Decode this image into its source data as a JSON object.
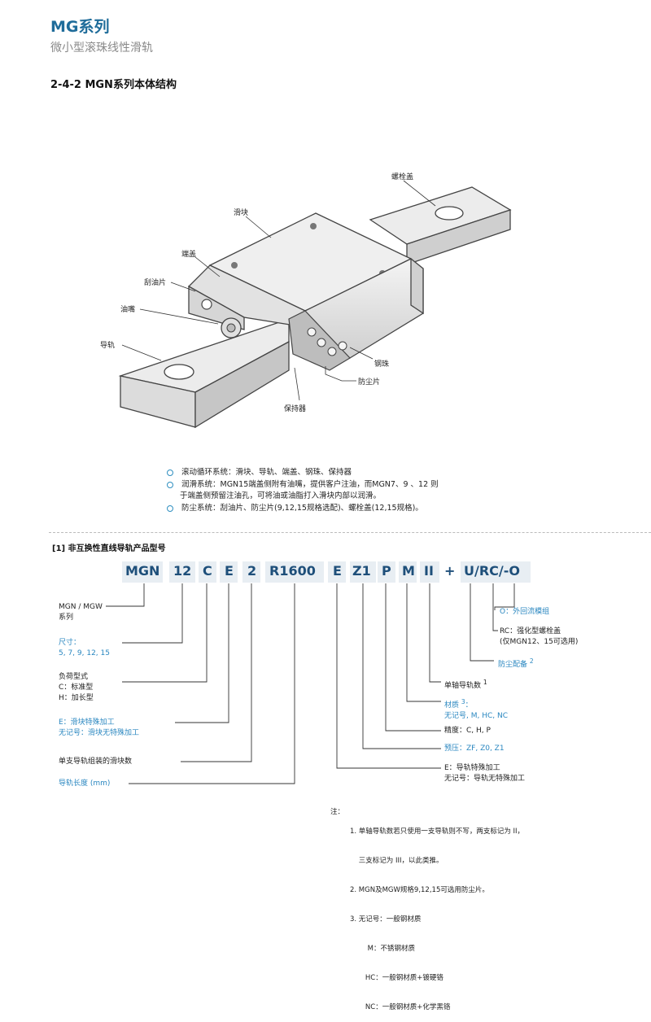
{
  "header": {
    "title": "MG系列",
    "subtitle": "微小型滚珠线性滑轨",
    "section": "2-4-2 MGN系列本体结构"
  },
  "diagram_labels": {
    "bolt_cap": "螺栓盖",
    "block": "滑块",
    "end_cap": "端盖",
    "scraper": "刮油片",
    "nipple": "油嘴",
    "rail": "导轨",
    "ball": "钢珠",
    "dust_seal": "防尘片",
    "retainer": "保持器"
  },
  "features": {
    "line1": "滚动循环系统：滑块、导轨、端盖、钢珠、保持器",
    "line2": "润滑系统：MGN15端盖侧附有油嘴，提供客户注油，而MGN7、9 、12 则",
    "line2b": "于端盖侧预留注油孔，可将油或油脂打入滑块内部以润滑。",
    "line3": "防尘系统：刮油片、防尘片(9,12,15规格选配)、螺栓盖(12,15规格)。"
  },
  "model": {
    "section_title": "[1] 非互换性直线导轨产品型号",
    "codes": [
      "MGN",
      "12",
      "C",
      "E",
      "2",
      "R1600",
      "E",
      "Z1",
      "P",
      "M",
      "II",
      "+",
      "U/RC/-O"
    ]
  },
  "left_desc": {
    "series": [
      "MGN / MGW",
      "系列"
    ],
    "size": [
      "尺寸：",
      "5, 7, 9, 12, 15"
    ],
    "load": [
      "负荷型式",
      "C：标准型",
      "H：加长型"
    ],
    "block_special": [
      "E：滑块特殊加工",
      "无记号：滑块无特殊加工"
    ],
    "blocks_per_rail": "单支导轨组装的滑块数",
    "rail_length": "导轨长度 (mm)"
  },
  "right_desc": {
    "o_option": "O：外回流模组",
    "rc_option": [
      "RC：强化型螺栓盖",
      "(仅MGN12、15可选用)"
    ],
    "dust": "防尘配备",
    "dust_sup": "2",
    "rails_per_axis": "单轴导轨数",
    "rails_sup": "1",
    "material": "材质",
    "material_sup": "3",
    "material_opts": "无记号, M, HC, NC",
    "accuracy": "精度：C, H, P",
    "preload": "预压：ZF, Z0, Z1",
    "rail_special": [
      "E：导轨特殊加工",
      "无记号：导轨无特殊加工"
    ]
  },
  "notes": {
    "head": "注：",
    "lines": [
      "1. 单轴导轨数若只使用一支导轨则不写，两支标记为 II，",
      "    三支标记为 III，以此类推。",
      "2. MGN及MGW规格9,12,15可选用防尘片。",
      "3. 无记号：一般钢材质",
      "        M：不锈钢材质",
      "       HC：一般钢材质+镀硬铬",
      "       NC：一般钢材质+化学黑铬"
    ]
  },
  "colors": {
    "brand_blue": "#1f6c9a",
    "accent_blue": "#2a87c0",
    "code_blue": "#1e4f7a"
  }
}
